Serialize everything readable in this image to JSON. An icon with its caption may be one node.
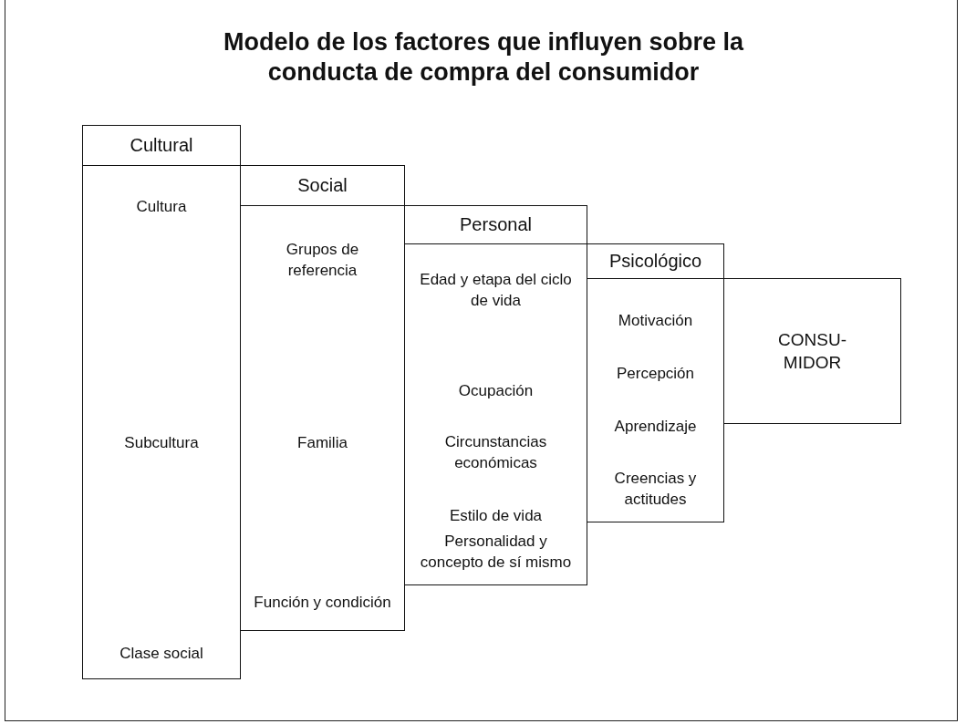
{
  "diagram": {
    "title": "Modelo de los factores que influyen sobre la conducta de compra del consumidor",
    "nodes": [
      {
        "text": [
          "Cultural",
          "Cultura",
          "Subcultura",
          "Clase social"
        ]
      },
      {
        "text": [
          "Social",
          "Grupos de referencia",
          "Familia",
          "Función y condición"
        ]
      },
      {
        "text": [
          "Personal",
          "Edad y etapa del ciclo de vida",
          "Ocupación",
          "Circunstancias económicas",
          "Estilo de vida",
          "Personalidad y concepto de sí mismo"
        ]
      },
      {
        "text": [
          "Psicológico",
          "Motivación",
          "Percepción",
          "Aprendizaje",
          "Creencias y actitudes"
        ]
      },
      {
        "text": [
          "CONSU- MIDOR"
        ]
      }
    ]
  }
}
